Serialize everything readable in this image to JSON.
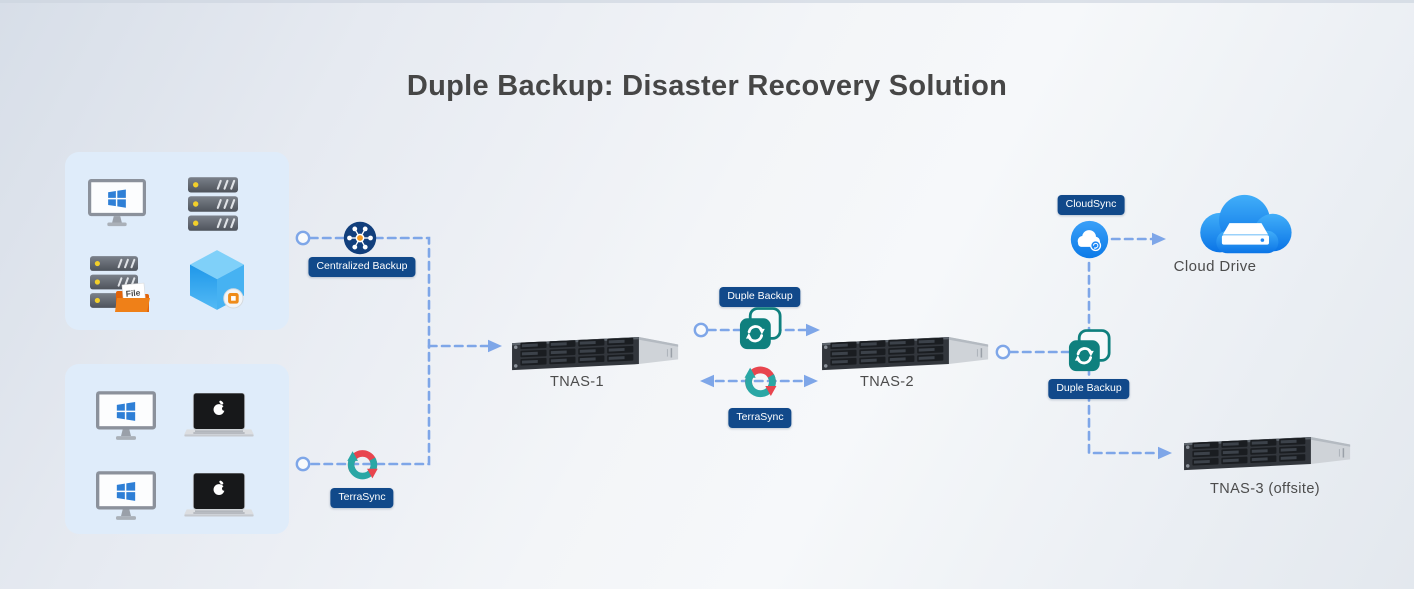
{
  "title": "Duple Backup: Disaster Recovery Solution",
  "badges": {
    "centralized_backup": "Centralized Backup",
    "terrasync_source": "TerraSync",
    "duple_backup_primary": "Duple Backup",
    "terrasync_between": "TerraSync",
    "cloudsync": "CloudSync",
    "duple_backup_offsite": "Duple Backup"
  },
  "nodes": {
    "tnas1": "TNAS-1",
    "tnas2": "TNAS-2",
    "tnas3": "TNAS-3 (offsite)",
    "cloud_drive": "Cloud Drive"
  },
  "labels": {
    "file_tag": "File"
  },
  "icons": {
    "source_group_top": [
      "windows-pc-icon",
      "rack-server-icon",
      "file-server-icon",
      "virtual-machine-cube-icon"
    ],
    "source_group_bottom": [
      "windows-pc-icon",
      "macbook-icon",
      "windows-pc-icon",
      "macbook-icon"
    ],
    "flow": [
      "centralized-backup-hub-icon",
      "terrasync-sync-ring-icon",
      "duple-backup-icon",
      "cloudsync-cloud-icon",
      "cloud-drive-icon",
      "tnas-rack-icon"
    ]
  },
  "colors": {
    "badge_bg": "#11498a",
    "connector_blue": "#7ea6e8",
    "duple_teal": "#0f807e",
    "sync_red": "#e8454e",
    "sync_teal": "#2aa7a5",
    "cloud_blue": "#1e88f5",
    "panel_blue": "#dfecfa",
    "title_text": "#464646"
  }
}
